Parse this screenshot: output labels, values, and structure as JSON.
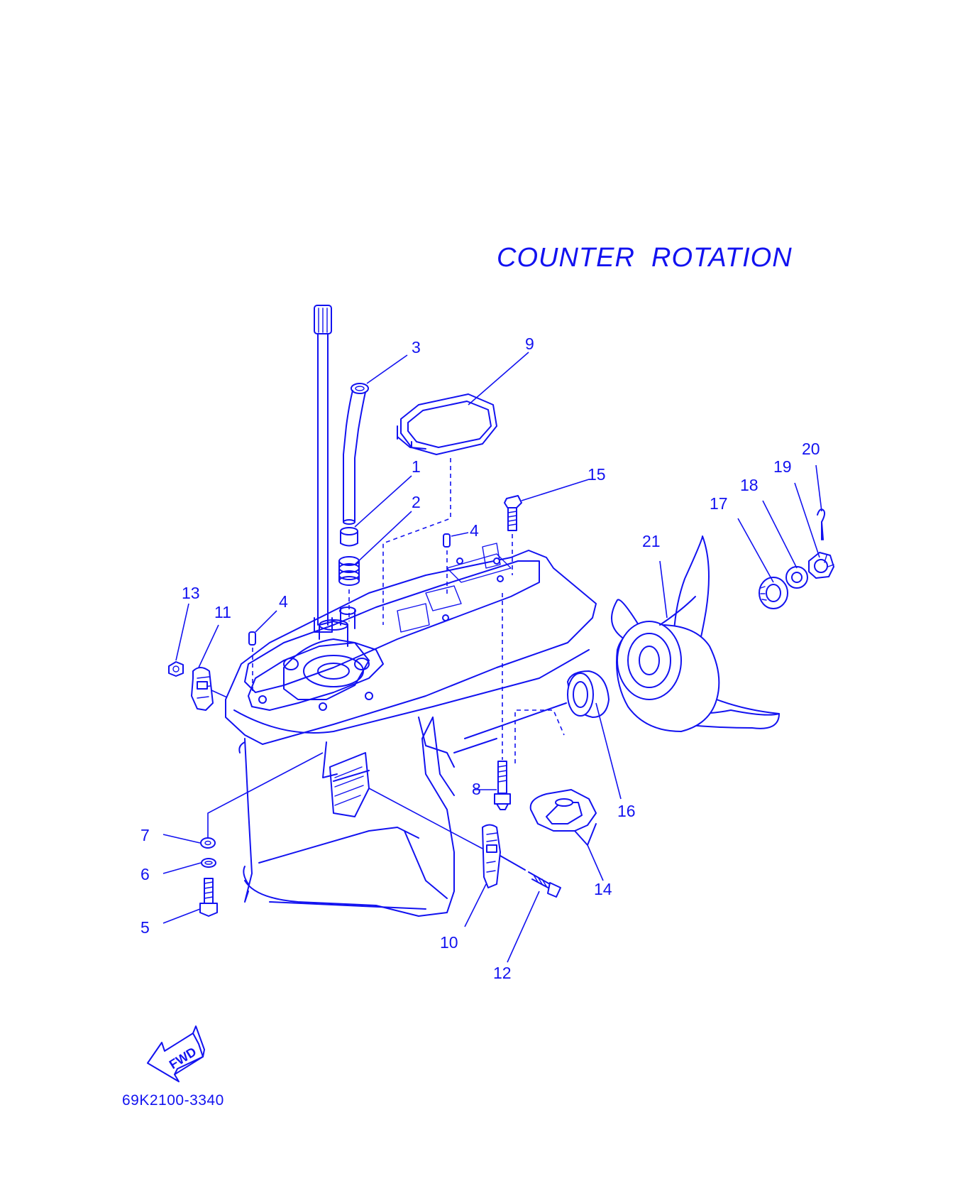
{
  "title": "COUNTER  ROTATION",
  "part_number": "69K2100-3340",
  "fwd_arrow_label": "FWD",
  "accent_color": "#1212f0",
  "callouts": {
    "c1": "1",
    "c2": "2",
    "c3": "3",
    "c4a": "4",
    "c4b": "4",
    "c5": "5",
    "c6": "6",
    "c7": "7",
    "c8": "8",
    "c9": "9",
    "c10": "10",
    "c11": "11",
    "c12": "12",
    "c13": "13",
    "c14": "14",
    "c15": "15",
    "c16": "16",
    "c17": "17",
    "c18": "18",
    "c19": "19",
    "c20": "20",
    "c21": "21"
  }
}
